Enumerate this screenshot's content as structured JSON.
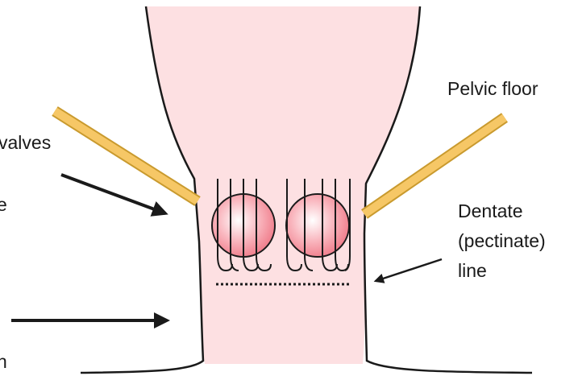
{
  "labels": {
    "pelvic_floor": "Pelvic floor",
    "valves_fragment": "valves",
    "e_fragment": "e",
    "n_fragment": "n",
    "dentate_line1": "Dentate",
    "dentate_line2": "(pectinate)",
    "dentate_line3": "line"
  },
  "colors": {
    "canal_fill": "#fde0e2",
    "outline": "#1a1a1a",
    "pelvic_floor_band": "#f6c766",
    "pelvic_floor_stroke": "#c99a2e",
    "hemorrhoid_center": "#ffffff",
    "hemorrhoid_edge": "#f38b97"
  }
}
